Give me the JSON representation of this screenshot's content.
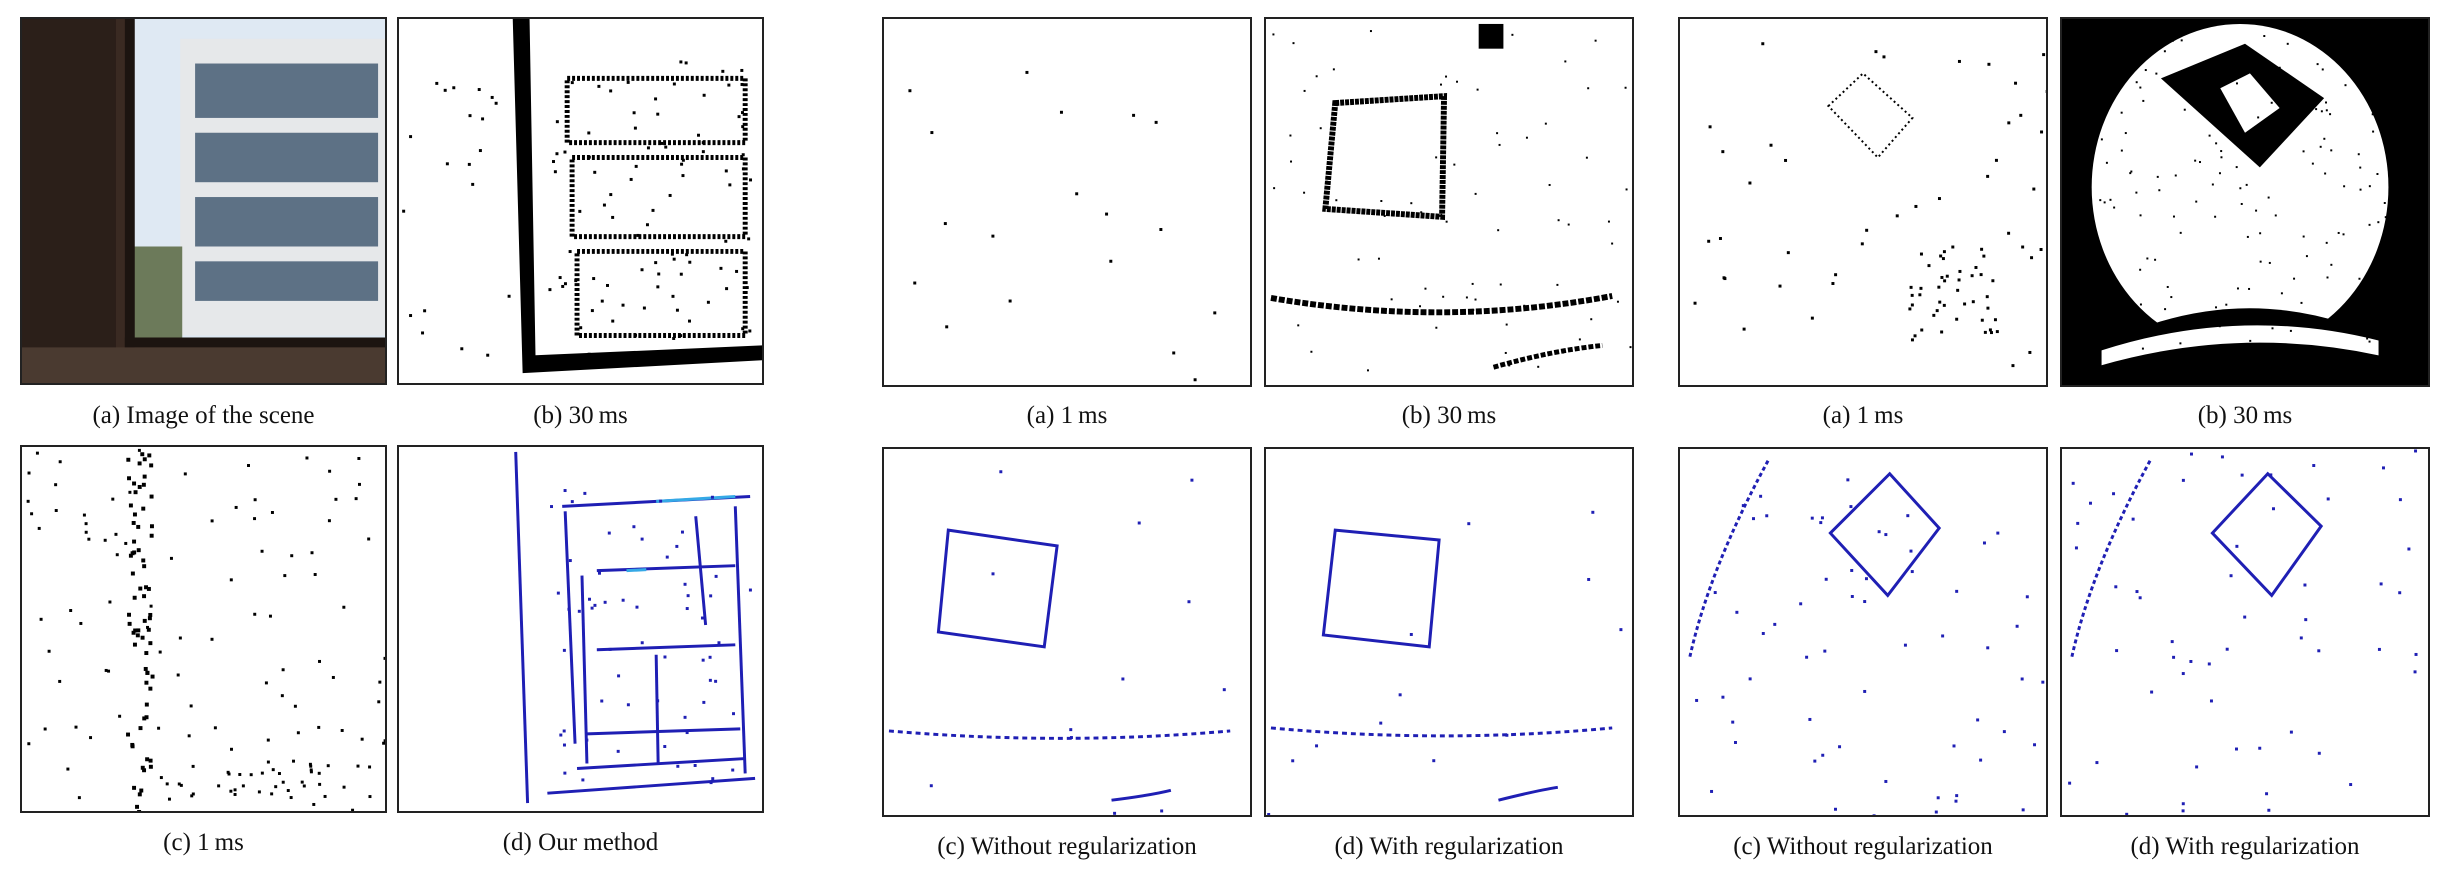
{
  "groups": [
    {
      "top_captions": [
        "(a) Image of the scene",
        "(b) 30 ms"
      ],
      "bottom_captions": [
        "(c) 1 ms",
        "(d) Our method"
      ]
    },
    {
      "top_captions": [
        "(a) 1 ms",
        "(b) 30 ms"
      ],
      "bottom_captions": [
        "(c) Without regularization",
        "(d) With regularization"
      ]
    },
    {
      "top_captions": [
        "(a) 1 ms",
        "(b) 30 ms"
      ],
      "bottom_captions": [
        "(c) Without regularization",
        "(d) With regularization"
      ]
    }
  ],
  "colors": {
    "event_black": "#000000",
    "flow_blue": "#1f1fb4",
    "flow_cyan": "#35a9e6",
    "wall_dark": "#3a2a22",
    "sky": "#dfe9f3",
    "building": "#e6e8ea",
    "window": "#5d7185"
  },
  "icons": {
    "photo": "scene-photo-icon"
  }
}
